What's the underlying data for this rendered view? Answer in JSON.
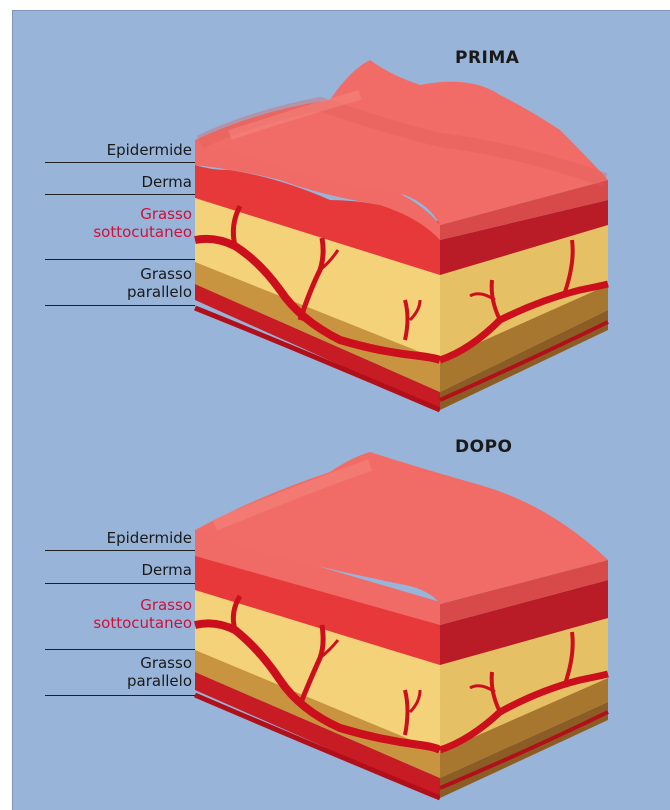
{
  "diagrams": [
    {
      "title": "PRIMA",
      "labels": {
        "epidermis": "Epidermide",
        "dermis": "Derma",
        "subcutaneous_fat_line1": "Grasso",
        "subcutaneous_fat_line2": "sottocutaneo",
        "parallel_fat_line1": "Grasso",
        "parallel_fat_line2": "parallelo"
      }
    },
    {
      "title": "DOPO",
      "labels": {
        "epidermis": "Epidermide",
        "dermis": "Derma",
        "subcutaneous_fat_line1": "Grasso",
        "subcutaneous_fat_line2": "sottocutaneo",
        "parallel_fat_line1": "Grasso",
        "parallel_fat_line2": "parallelo"
      }
    }
  ],
  "colors": {
    "background": "#98b4d8",
    "skin_top": "#f06a66",
    "dermis": "#e8393a",
    "fat": "#f3d27a",
    "deep_fat": "#c9943f",
    "vessels": "#cc0f1c",
    "label_highlight": "#d0103a"
  }
}
